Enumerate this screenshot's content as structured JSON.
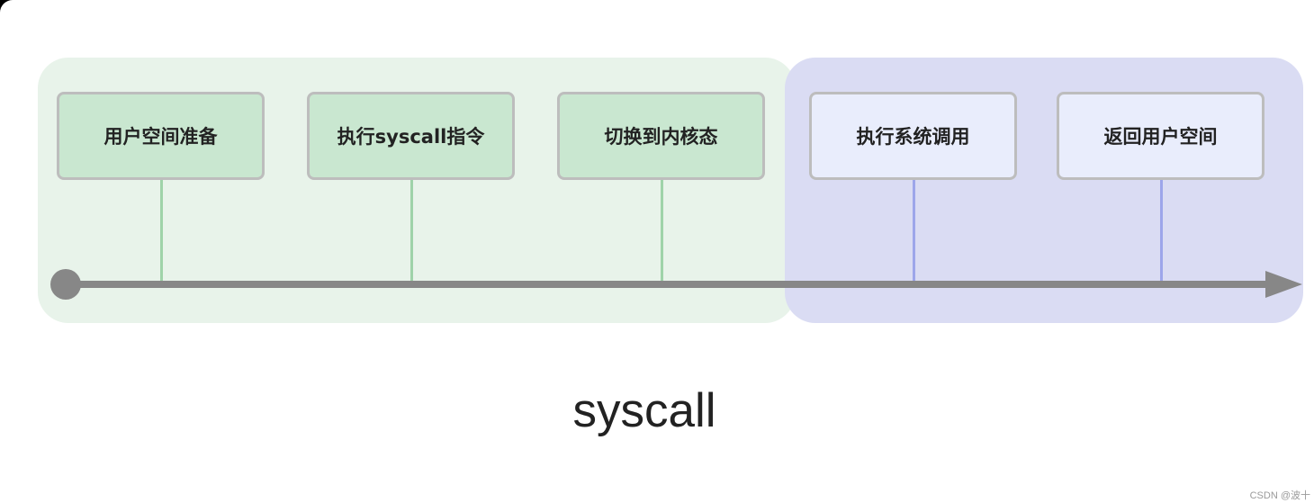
{
  "colors": {
    "background": "#ffffff",
    "user_region": "#e8f3ea",
    "kernel_region": "#dadcf3",
    "user_step_fill": "#c9e7d0",
    "kernel_step_fill": "#e9edfc",
    "user_stick": "#9fd3a9",
    "kernel_stick": "#9da6ea",
    "axis": "#878787"
  },
  "steps": [
    {
      "label": "用户空间准备",
      "region": "user"
    },
    {
      "label": "执行syscall指令",
      "region": "user"
    },
    {
      "label": "切换到内核态",
      "region": "user"
    },
    {
      "label": "执行系统调用",
      "region": "kernel"
    },
    {
      "label": "返回用户空间",
      "region": "kernel"
    }
  ],
  "caption": "syscall",
  "watermark": "CSDN @波十"
}
